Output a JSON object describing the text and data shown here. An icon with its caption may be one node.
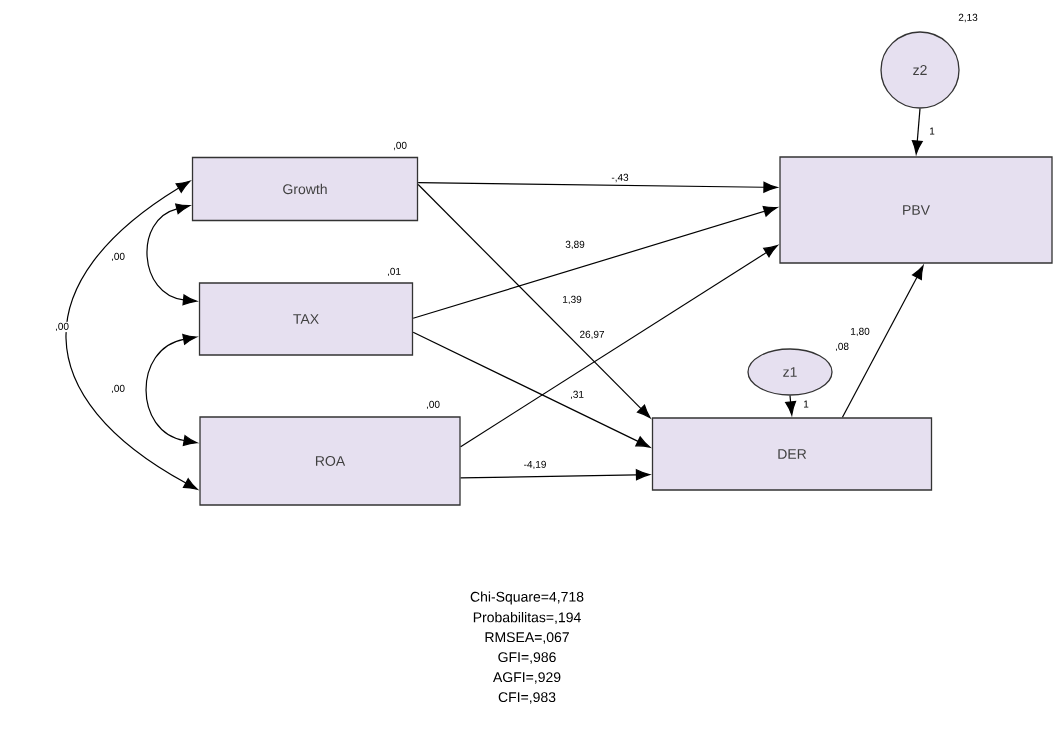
{
  "diagram": {
    "nodes": [
      {
        "text": [
          "Growth"
        ],
        "beside": [
          ",00"
        ]
      },
      {
        "text": [
          "TAX"
        ],
        "beside": [
          ",01"
        ]
      },
      {
        "text": [
          "ROA"
        ],
        "beside": [
          ",00"
        ]
      },
      {
        "text": [
          "PBV"
        ]
      },
      {
        "text": [
          "DER"
        ]
      },
      {
        "text": [
          "z2"
        ],
        "beside": [
          "2,13"
        ]
      },
      {
        "text": [
          "z1"
        ],
        "beside": [
          ",08"
        ]
      }
    ],
    "edges": [
      {
        "from": 0,
        "to": 3,
        "arrow": "to",
        "label": "-,43"
      },
      {
        "from": 1,
        "to": 3,
        "arrow": "to",
        "label": "3,89"
      },
      {
        "from": 2,
        "to": 3,
        "arrow": "to",
        "label": "26,97"
      },
      {
        "from": 0,
        "to": 4,
        "arrow": "to",
        "label": "1,39"
      },
      {
        "from": 1,
        "to": 4,
        "arrow": "to",
        "label": ",31"
      },
      {
        "from": 2,
        "to": 4,
        "arrow": "to",
        "label": "-4,19"
      },
      {
        "from": 4,
        "to": 3,
        "arrow": "to",
        "label": "1,80"
      },
      {
        "from": 5,
        "to": 3,
        "arrow": "to",
        "label": "1"
      },
      {
        "from": 6,
        "to": 4,
        "arrow": "to",
        "label": "1"
      },
      {
        "from": 0,
        "to": 1,
        "arrow": "both",
        "label": ",00"
      },
      {
        "from": 1,
        "to": 2,
        "arrow": "both",
        "label": ",00"
      },
      {
        "from": 0,
        "to": 2,
        "arrow": "both",
        "label": ",00"
      }
    ],
    "labels": [
      "Chi-Square=4,718",
      "Probabilitas=,194",
      "RMSEA=,067",
      "GFI=,986",
      "AGFI=,929",
      "CFI=,983"
    ]
  }
}
